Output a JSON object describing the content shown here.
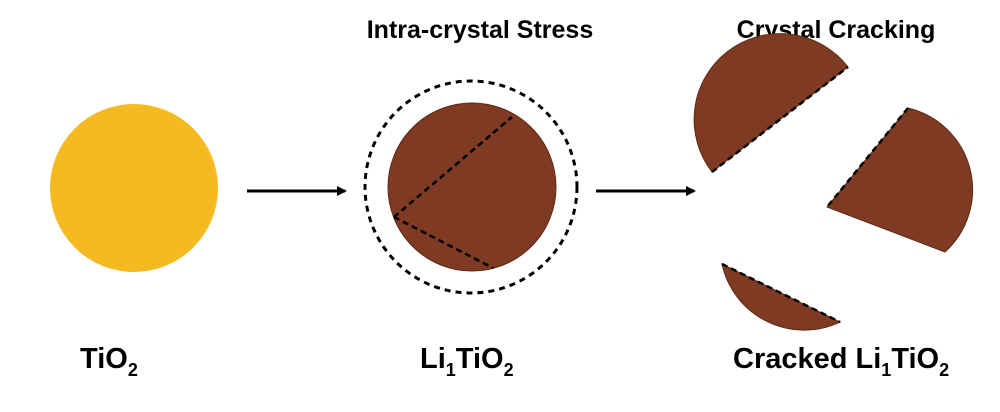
{
  "colors": {
    "tio2_fill": "#F5BA22",
    "lithiated_fill": "#7E3A22",
    "lithiated_stroke": "#5E2A16",
    "line": "#000000",
    "background": "#FFFFFF"
  },
  "stages": {
    "pristine": {
      "label_main": "TiO",
      "label_sub": "2"
    },
    "lithiated": {
      "header": "Intra-crystal Stress",
      "label_main_1": "Li",
      "label_sub_1": "1",
      "label_main_2": "TiO",
      "label_sub_2": "2"
    },
    "cracked": {
      "header": "Crystal Cracking",
      "label_prefix": "Cracked Li",
      "label_sub_1": "1",
      "label_main_2": "TiO",
      "label_sub_2": "2"
    }
  },
  "icons": {
    "arrow_1": "arrow-right-icon",
    "arrow_2": "arrow-right-icon"
  }
}
